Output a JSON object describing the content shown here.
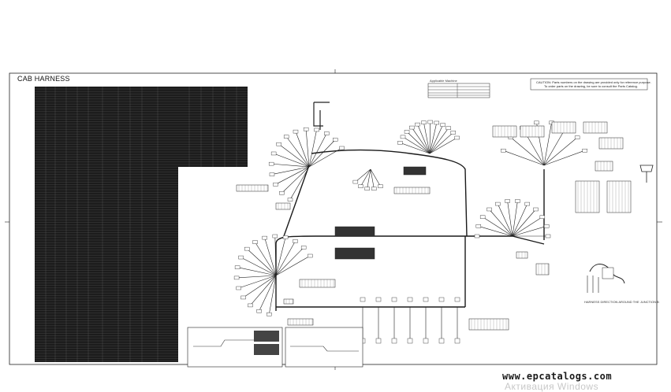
{
  "drawing": {
    "title": "CAB HARNESS",
    "applicable_label": "Applicable Machine",
    "caution_line1": "CAUTION: Parts numbers on the drawing are provided only for reference purpose.",
    "caution_line2": "To order parts on the drawing, be sure to consult the Parts Catalog.",
    "harness_direction_label": "HARNESS DIRECTION AROUND THE JUNCTION B"
  },
  "watermark": {
    "site": "www.epcatalogs.com",
    "overlay": "Активация Windows"
  },
  "colors": {
    "line": "#1a1a1a",
    "table_fill": "#1c1c1c",
    "paper": "#ffffff"
  }
}
